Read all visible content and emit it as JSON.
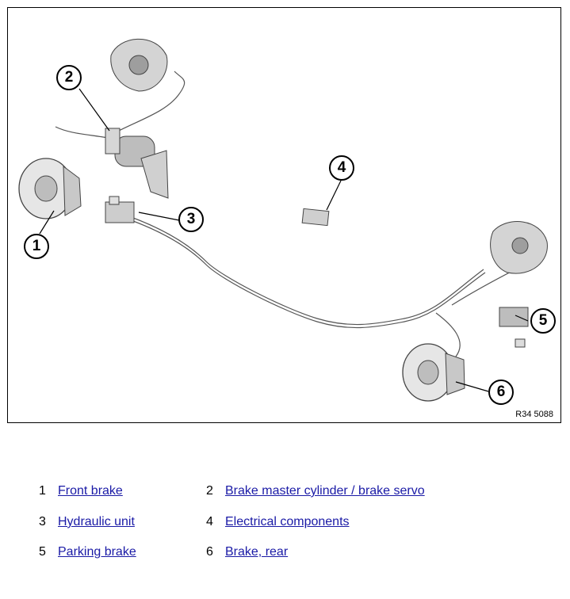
{
  "figure": {
    "reference": "R34 5088",
    "callouts": [
      "1",
      "2",
      "3",
      "4",
      "5",
      "6"
    ]
  },
  "legend": [
    {
      "number": "1",
      "label": "Front brake"
    },
    {
      "number": "2",
      "label": "Brake master cylinder / brake servo"
    },
    {
      "number": "3",
      "label": "Hydraulic unit"
    },
    {
      "number": "4",
      "label": "Electrical components"
    },
    {
      "number": "5",
      "label": "Parking brake"
    },
    {
      "number": "6",
      "label": "Brake, rear"
    }
  ],
  "colors": {
    "link": "#1a1aa6",
    "line": "#000000",
    "part": "#cfcfcf"
  }
}
